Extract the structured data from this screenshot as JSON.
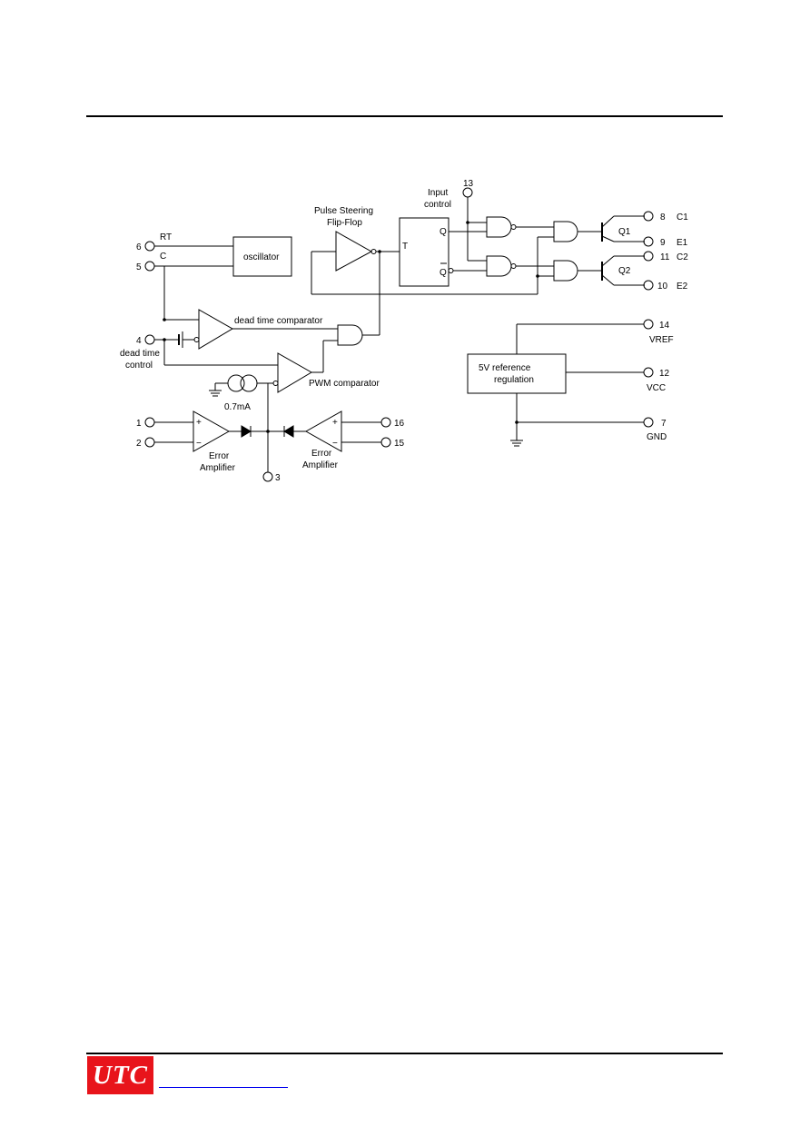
{
  "diagram": {
    "blocks": {
      "oscillator": "oscillator",
      "reference": [
        "5V reference",
        "regulation"
      ],
      "flipflop_title": [
        "Pulse Steering",
        "Flip-Flop"
      ],
      "input_control": [
        "Input",
        "control"
      ],
      "ff_t": "T",
      "ff_q": "Q",
      "ff_qbar": "Q"
    },
    "labels": {
      "dead_time_comparator": "dead time comparator",
      "pwm_comparator": "PWM comparator",
      "dead_time_control": [
        "dead time",
        "control"
      ],
      "current_source": "0.7mA",
      "error_amp_left": [
        "Error",
        "Amplifier"
      ],
      "error_amp_right": [
        "Error",
        "Amplifier"
      ],
      "plus": "+",
      "minus": "−",
      "q1": "Q1",
      "q2": "Q2"
    },
    "pins": {
      "p6": "6",
      "p6_name": "RT",
      "p5": "5",
      "p5_name": "C",
      "p4": "4",
      "p13": "13",
      "p8": "8",
      "p8_name": "C1",
      "p9": "9",
      "p9_name": "E1",
      "p11": "11",
      "p11_name": "C2",
      "p10": "10",
      "p10_name": "E2",
      "p14": "14",
      "p14_name": "VREF",
      "p12": "12",
      "p12_name": "VCC",
      "p7": "7",
      "p7_name": "GND",
      "p1": "1",
      "p2": "2",
      "p3": "3",
      "p16": "16",
      "p15": "15"
    }
  },
  "footer": {
    "logo_text": "UTC",
    "link_text": ""
  },
  "colors": {
    "logo_bg": "#e8141b",
    "link": "#0000ee"
  }
}
